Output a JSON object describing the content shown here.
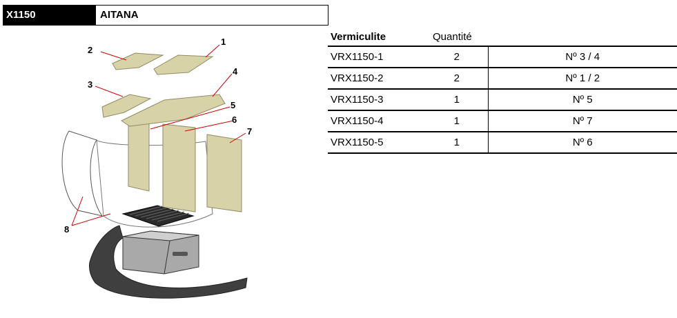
{
  "header": {
    "code": "X1150",
    "name": "AITANA"
  },
  "table": {
    "headers": [
      "Vermiculite",
      "Quantité"
    ],
    "rows": [
      {
        "ref": "VRX1150-1",
        "qty": "2",
        "pos": "Nº 3 / 4"
      },
      {
        "ref": "VRX1150-2",
        "qty": "2",
        "pos": "Nº 1 / 2"
      },
      {
        "ref": "VRX1150-3",
        "qty": "1",
        "pos": "Nº 5"
      },
      {
        "ref": "VRX1150-4",
        "qty": "1",
        "pos": "Nº 7"
      },
      {
        "ref": "VRX1150-5",
        "qty": "1",
        "pos": "Nº 6"
      }
    ]
  },
  "diagram": {
    "callouts": [
      "1",
      "2",
      "3",
      "4",
      "5",
      "6",
      "7",
      "8"
    ],
    "colors": {
      "vermiculite": "#d8d2a8",
      "vermiculite_edge": "#8f8a62",
      "grate": "#2b2b2b",
      "ashbox": "#a9a9a9",
      "floor_plate": "#3f3f3f",
      "callout_line": "#cc0000"
    }
  }
}
